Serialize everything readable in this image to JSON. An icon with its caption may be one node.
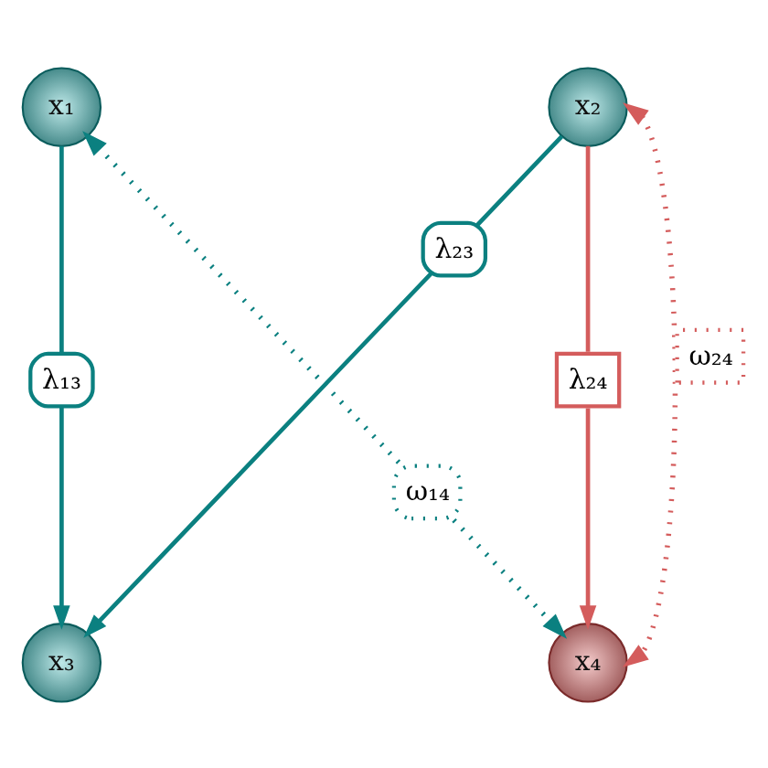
{
  "diagram": {
    "nodes": [
      {
        "text": [
          "x₁"
        ]
      },
      {
        "text": [
          "x₂"
        ]
      },
      {
        "text": [
          "x₃"
        ]
      },
      {
        "text": [
          "x₄"
        ]
      }
    ],
    "edges": [
      {
        "from": 0,
        "to": 2,
        "arrow": "to",
        "label": "λ₁₃"
      },
      {
        "from": 1,
        "to": 2,
        "arrow": "to",
        "label": "λ₂₃"
      },
      {
        "from": 1,
        "to": 3,
        "arrow": "to",
        "label": "λ₂₄",
        "color": "#d45c5c"
      },
      {
        "from": 0,
        "to": 3,
        "arrow": "both",
        "label": "ω₁₄",
        "style": "dashed"
      },
      {
        "from": 1,
        "to": 3,
        "arrow": "both",
        "label": "ω₂₄",
        "style": "dashed",
        "color": "#d45c5c"
      }
    ]
  }
}
